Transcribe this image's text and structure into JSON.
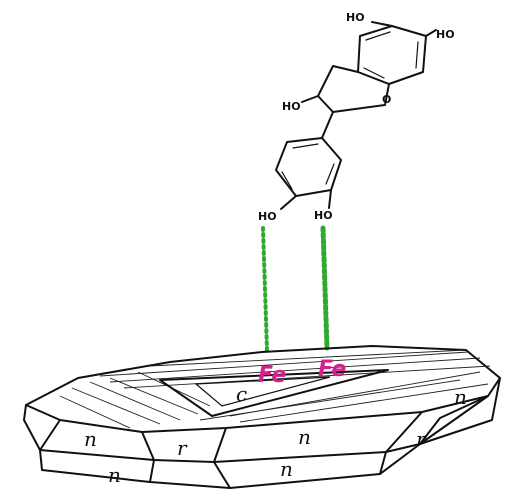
{
  "molecule": {
    "hydroxyl_labels": [
      "HO",
      "HO",
      "HO",
      "HO",
      "HO"
    ],
    "ring_oxygen_label": "O"
  },
  "crystal": {
    "face_labels": [
      "n",
      "r",
      "n",
      "r",
      "n",
      "n",
      "n",
      "c"
    ]
  },
  "binding": {
    "metal_labels": [
      "Fe",
      "Fe"
    ]
  },
  "colors": {
    "ink": "#111111",
    "bond_dots": "#2eaa2e",
    "metal": "#d4218c",
    "background": "#ffffff"
  }
}
